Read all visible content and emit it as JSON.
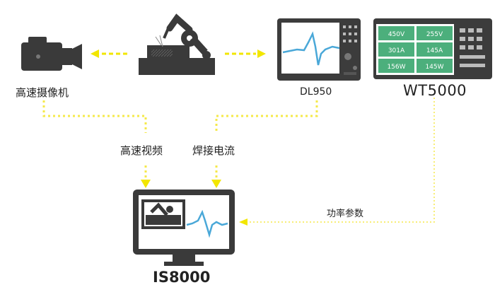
{
  "labels": {
    "camera": "高速摄像机",
    "oscilloscope": "DL950",
    "power_analyzer": "WT5000",
    "video_stream": "高速视频",
    "current_stream": "焊接电流",
    "power_stream": "功率参数",
    "software": "IS8000"
  },
  "wt5000_readings": [
    [
      "450V",
      "255V"
    ],
    [
      "301A",
      "145A"
    ],
    [
      "156W",
      "145W"
    ]
  ],
  "colors": {
    "arrow": "#f2e600",
    "dotted_line": "#f5e94a",
    "device": "#3c3c3c",
    "screen_green": "#4caf7c",
    "waveform": "#4aa8d8"
  }
}
